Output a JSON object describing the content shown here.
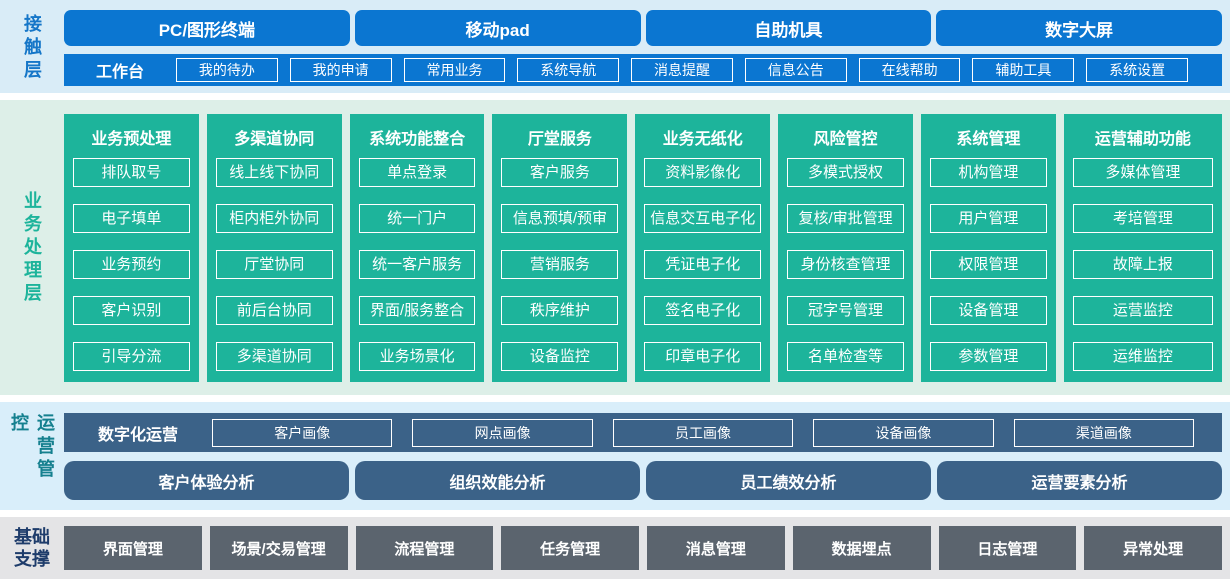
{
  "colors": {
    "primary_blue": "#0b76d1",
    "contact_bg": "#d9ecf7",
    "teal": "#1db49b",
    "business_bg": "#ddefe8",
    "slate_blue": "#3b6288",
    "operations_bg": "#d9eefa",
    "foundation_box": "#5b646e",
    "foundation_bg": "#e4e4e6",
    "contact_label_color": "#1576c8",
    "business_label_color": "#1db49b",
    "operations_label_color": "#15808f",
    "foundation_label_color": "#1e3c6b"
  },
  "layers": {
    "contact": {
      "label": "接触层",
      "terminals": [
        "PC/图形终端",
        "移动pad",
        "自助机具",
        "数字大屏"
      ],
      "workbench": {
        "label": "工作台",
        "items": [
          "我的待办",
          "我的申请",
          "常用业务",
          "系统导航",
          "消息提醒",
          "信息公告",
          "在线帮助",
          "辅助工具",
          "系统设置"
        ]
      }
    },
    "business": {
      "label": "业务处理层",
      "columns": [
        {
          "title": "业务预处理",
          "items": [
            "排队取号",
            "电子填单",
            "业务预约",
            "客户识别",
            "引导分流"
          ]
        },
        {
          "title": "多渠道协同",
          "items": [
            "线上线下协同",
            "柜内柜外协同",
            "厅堂协同",
            "前后台协同",
            "多渠道协同"
          ]
        },
        {
          "title": "系统功能整合",
          "items": [
            "单点登录",
            "统一门户",
            "统一客户服务",
            "界面/服务整合",
            "业务场景化"
          ]
        },
        {
          "title": "厅堂服务",
          "items": [
            "客户服务",
            "信息预填/预审",
            "营销服务",
            "秩序维护",
            "设备监控"
          ]
        },
        {
          "title": "业务无纸化",
          "items": [
            "资料影像化",
            "信息交互电子化",
            "凭证电子化",
            "签名电子化",
            "印章电子化"
          ]
        },
        {
          "title": "风险管控",
          "items": [
            "多模式授权",
            "复核/审批管理",
            "身份核查管理",
            "冠字号管理",
            "名单检查等"
          ]
        },
        {
          "title": "系统管理",
          "items": [
            "机构管理",
            "用户管理",
            "权限管理",
            "设备管理",
            "参数管理"
          ]
        },
        {
          "title": "运营辅助功能",
          "items": [
            "多媒体管理",
            "考培管理",
            "故障上报",
            "运营监控",
            "运维监控"
          ]
        }
      ]
    },
    "operations": {
      "label": "运营管控",
      "digital_row": {
        "label": "数字化运营",
        "items": [
          "客户画像",
          "网点画像",
          "员工画像",
          "设备画像",
          "渠道画像"
        ]
      },
      "analysis_row": [
        "客户体验分析",
        "组织效能分析",
        "员工绩效分析",
        "运营要素分析"
      ]
    },
    "foundation": {
      "label": "基础支撑",
      "items": [
        "界面管理",
        "场景/交易管理",
        "流程管理",
        "任务管理",
        "消息管理",
        "数据埋点",
        "日志管理",
        "异常处理"
      ]
    }
  }
}
